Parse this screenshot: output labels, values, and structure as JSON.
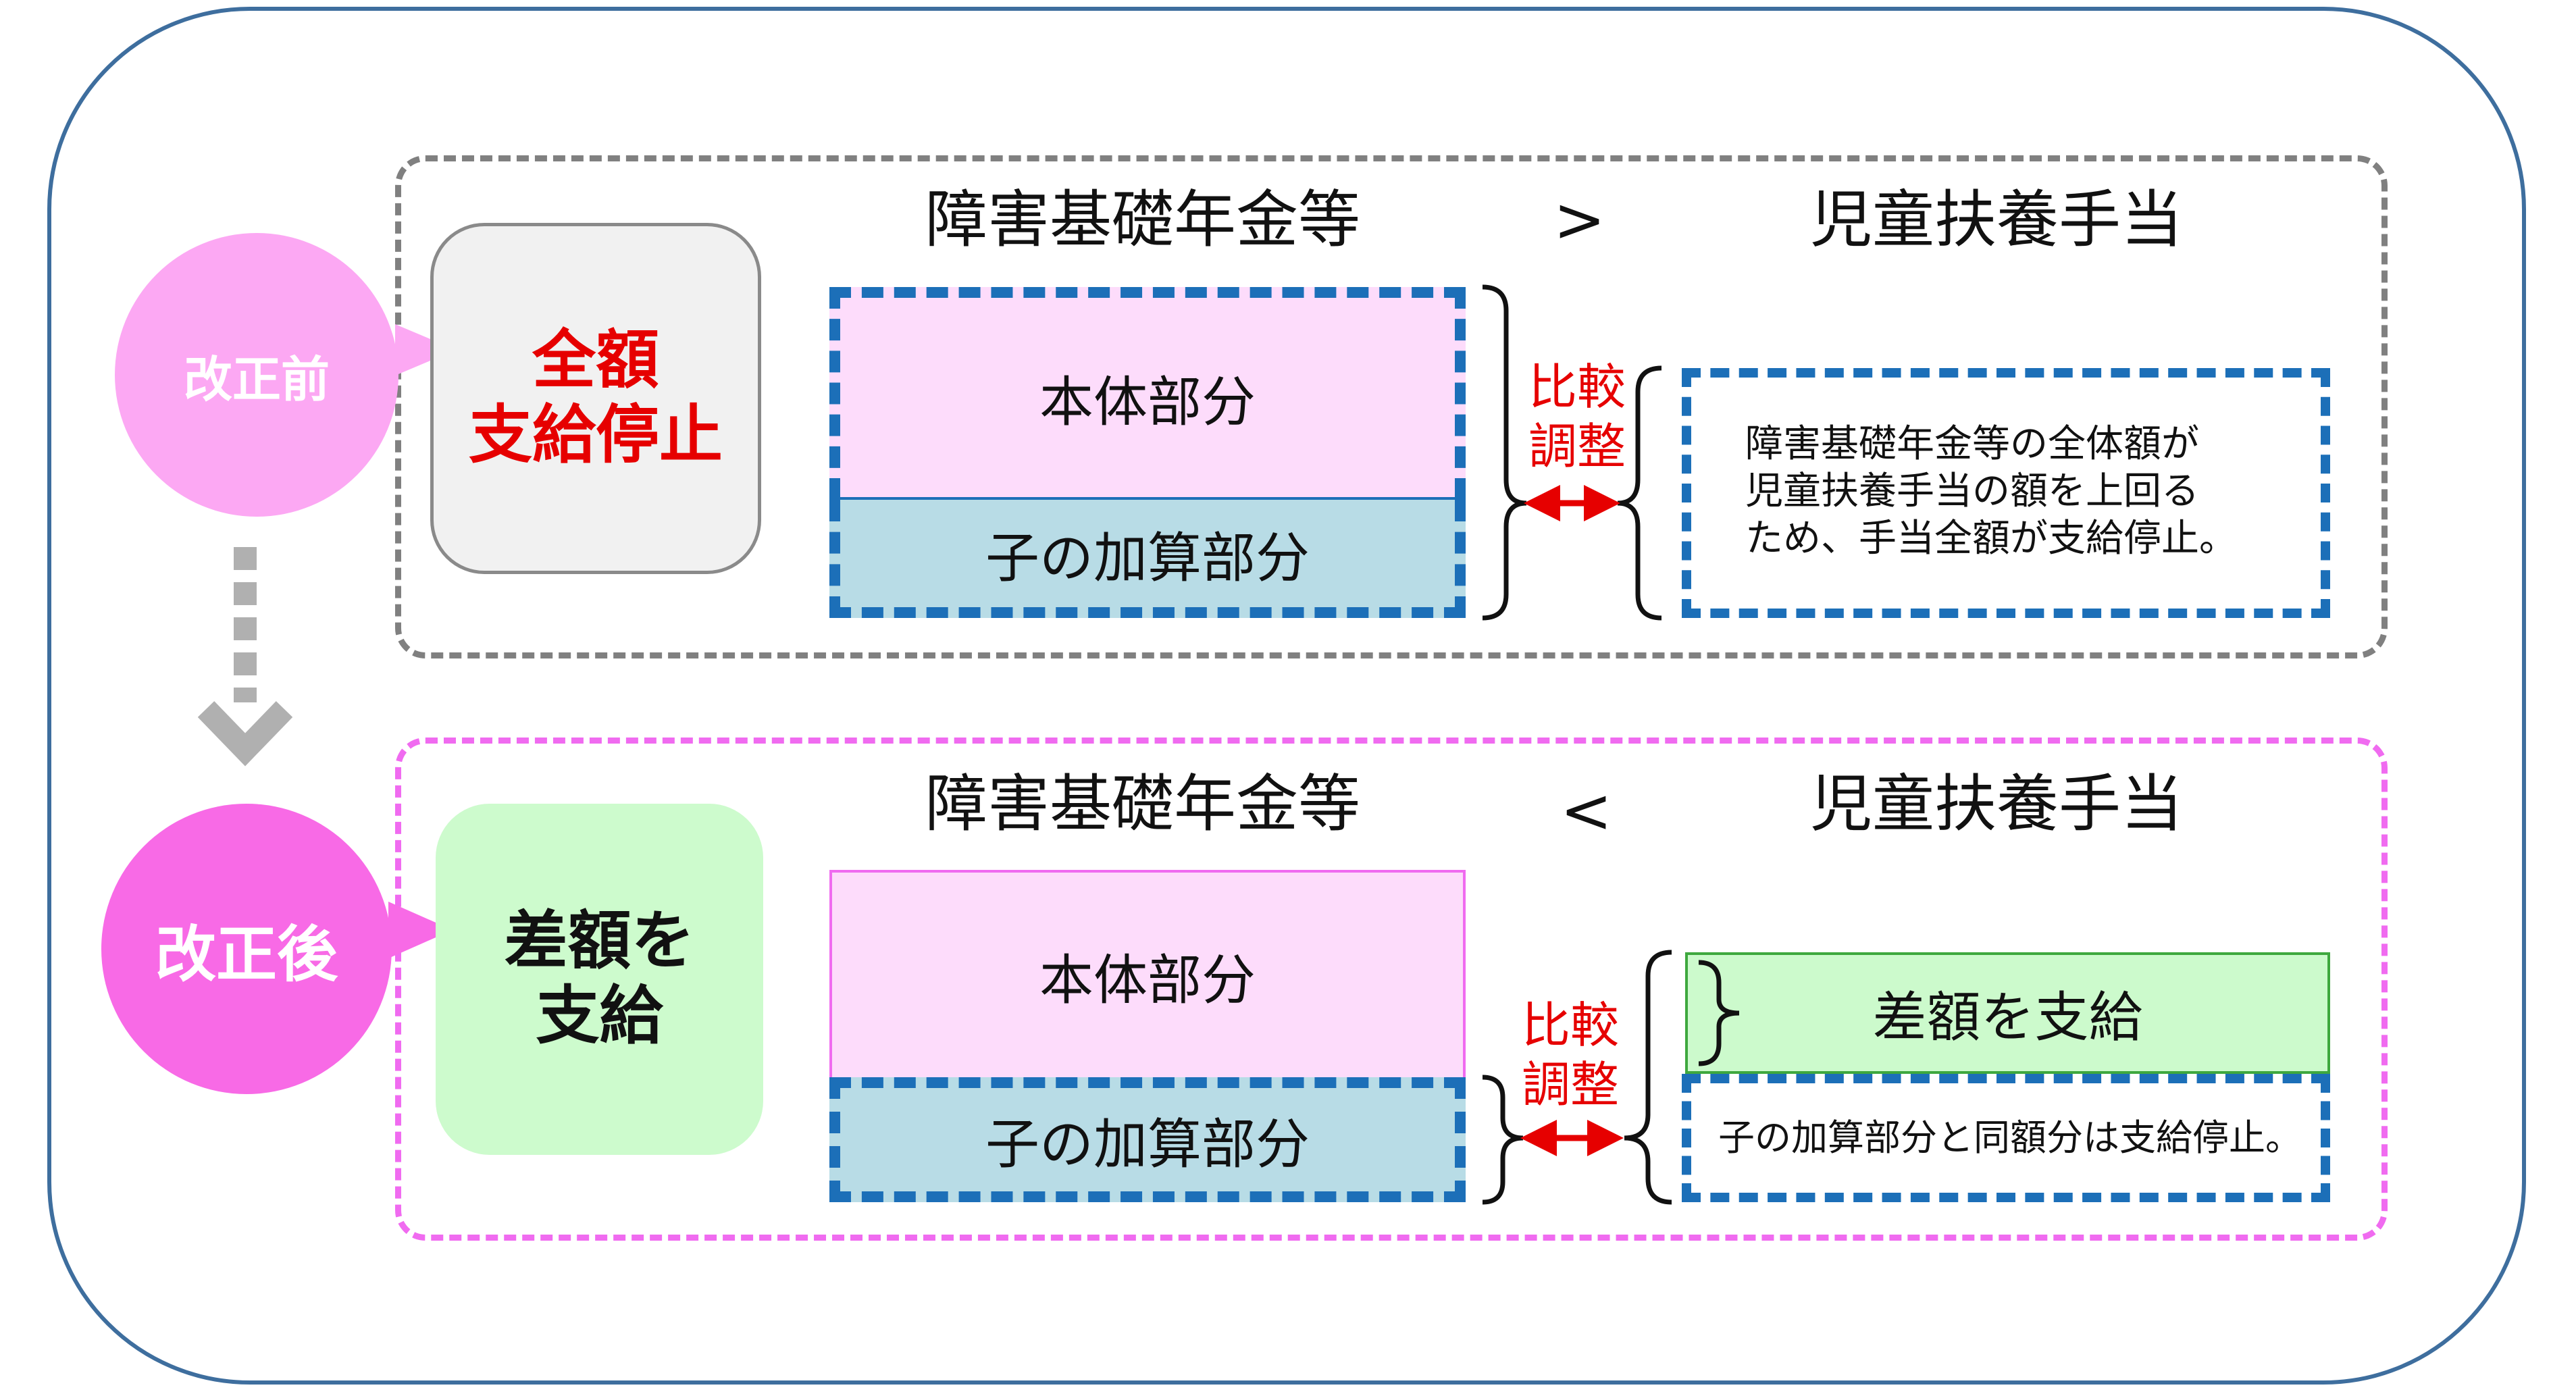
{
  "before": {
    "label": "改正前",
    "status_line1": "全額",
    "status_line2": "支給停止",
    "left_title": "障害基礎年金等",
    "relation": ">",
    "right_title": "児童扶養手当",
    "main_part": "本体部分",
    "child_part": "子の加算部分",
    "compare_line1": "比較",
    "compare_line2": "調整",
    "note_line1": "障害基礎年金等の全体額が",
    "note_line2": "児童扶養手当の額を上回る",
    "note_line3": "ため、手当全額が支給停止。"
  },
  "after": {
    "label": "改正後",
    "status_line1": "差額を",
    "status_line2": "支給",
    "left_title": "障害基礎年金等",
    "relation": "<",
    "right_title": "児童扶養手当",
    "main_part": "本体部分",
    "child_part": "子の加算部分",
    "compare_line1": "比較",
    "compare_line2": "調整",
    "difference_label": "差額を支給",
    "note": "子の加算部分と同額分は支給停止。"
  },
  "colors": {
    "frame": "#3e6e9e",
    "before_circle": "#fca8f3",
    "after_circle": "#f86ae6",
    "stop_text": "#e60000",
    "main_part_fill": "#fddcfb",
    "child_part_fill": "#b8dce6",
    "dash_blue": "#1c6fb8",
    "difference_fill": "#ccfacc"
  }
}
